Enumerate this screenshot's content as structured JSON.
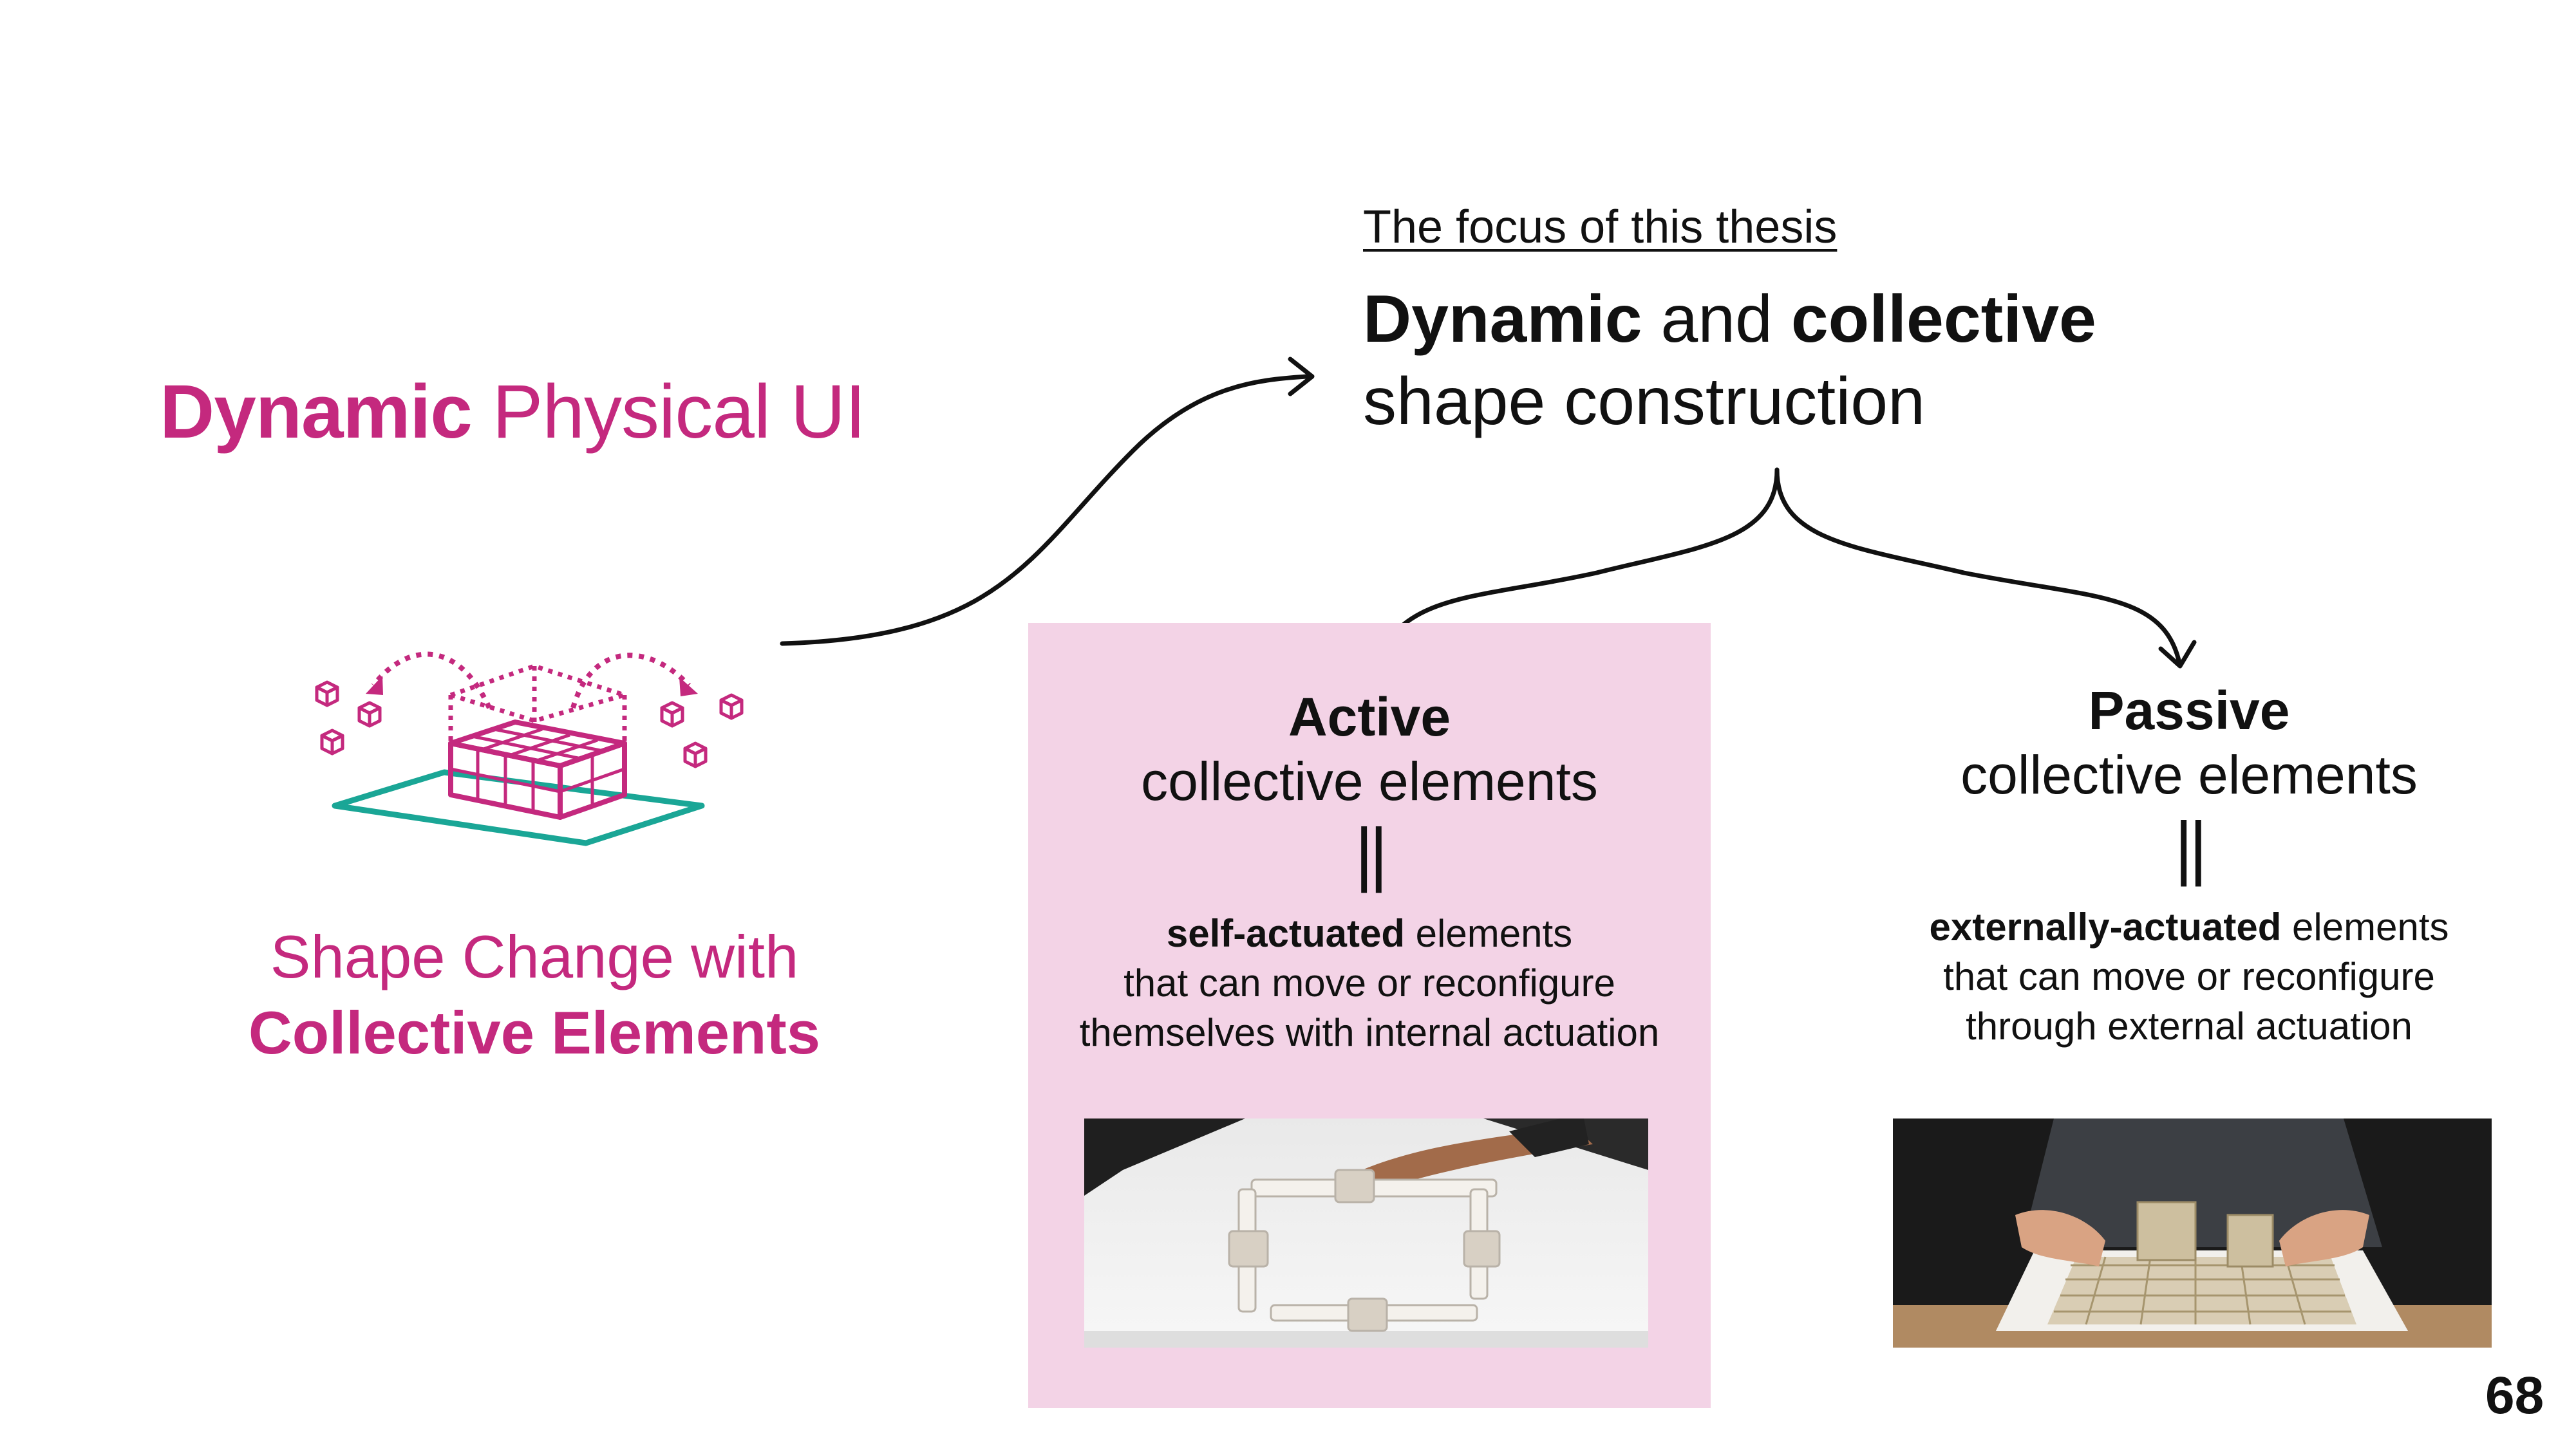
{
  "left": {
    "title_bold": "Dynamic",
    "title_rest": " Physical UI",
    "icon": "shape-change-collective-elements-icon",
    "caption_line1": "Shape Change with",
    "caption_line2": "Collective Elements"
  },
  "focus": {
    "label": "The focus of this thesis",
    "heading_bold1": "Dynamic",
    "heading_and": " and ",
    "heading_bold2": "collective",
    "heading_line2": "shape construction"
  },
  "active": {
    "title": "Active",
    "subtitle": "collective elements",
    "equals": "||",
    "desc_bold": "self-actuated",
    "desc_rest": " elements",
    "desc_line2": "that can move or reconfigure",
    "desc_line3": "themselves with internal actuation",
    "photo": "hand-reconfiguring-self-actuated-modules-photo"
  },
  "passive": {
    "title": "Passive",
    "subtitle": "collective elements",
    "equals": "||",
    "desc_bold": "externally-actuated",
    "desc_rest": " elements",
    "desc_line2": "that can move or reconfigure",
    "desc_line3": "through external actuation",
    "photo": "hands-assembling-block-grid-photo"
  },
  "page_number": "68",
  "colors": {
    "magenta": "#c4297e",
    "teal": "#1aa696",
    "active_box": "#f3d3e6",
    "text": "#111111"
  }
}
